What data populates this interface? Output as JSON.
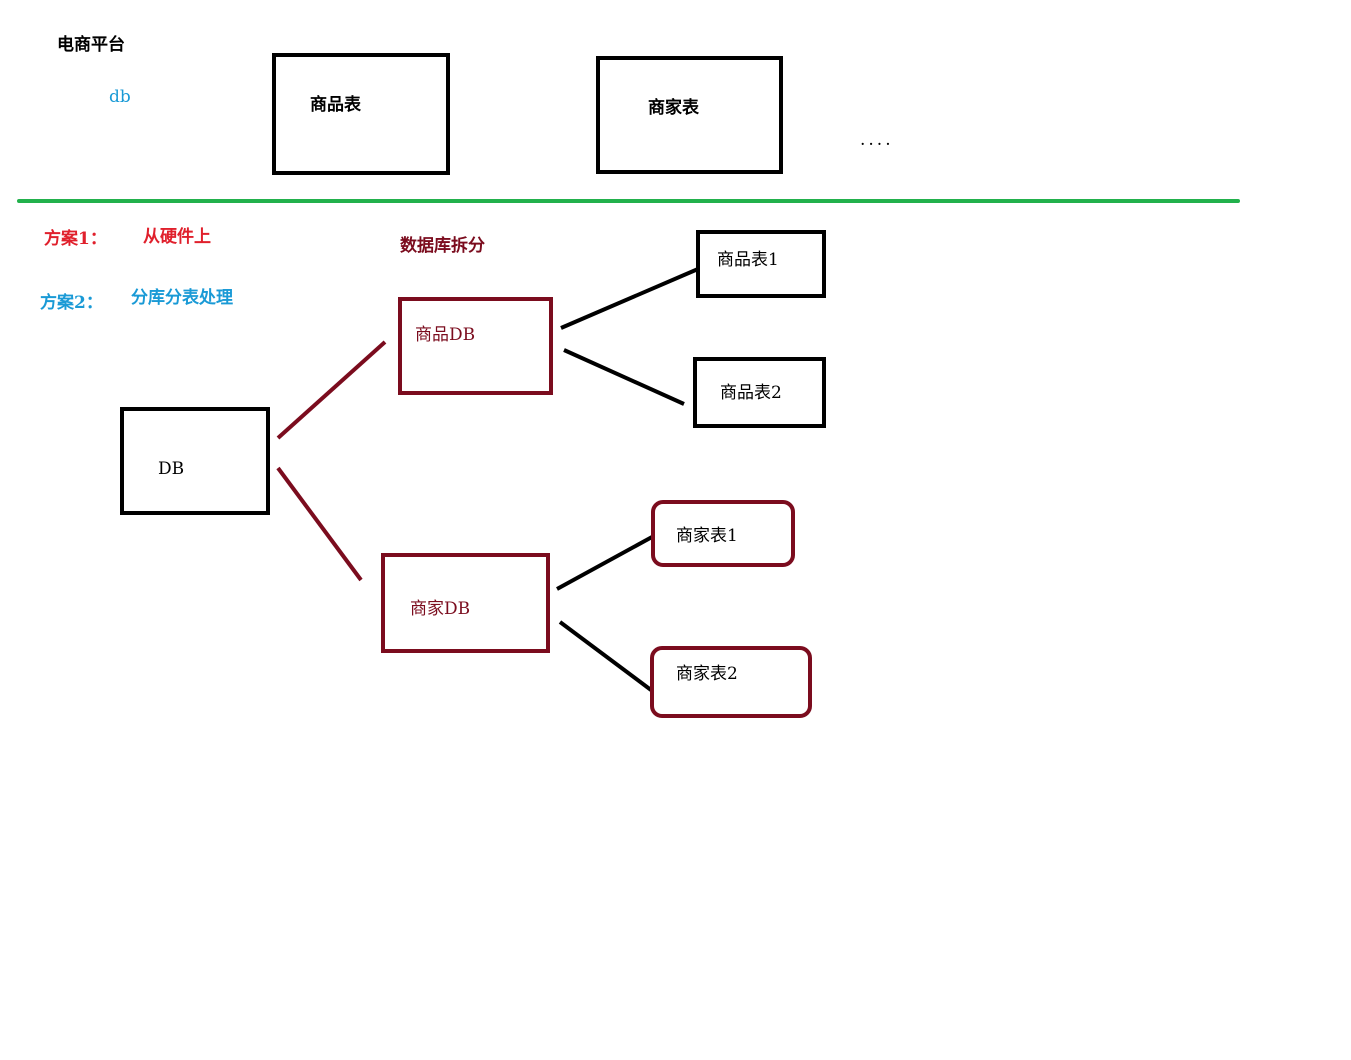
{
  "top": {
    "platform_label": "电商平台",
    "db_label": "db",
    "table1": "商品表",
    "table2": "商家表",
    "ellipsis": "...."
  },
  "plans": {
    "plan1_label": "方案1：",
    "plan1_text": "从硬件上",
    "plan2_label": "方案2：",
    "plan2_text": "分库分表处理"
  },
  "diagram": {
    "split_title": "数据库拆分",
    "root": "DB",
    "goods_db": "商品DB",
    "merchant_db": "商家DB",
    "goods_table1": "商品表1",
    "goods_table2": "商品表2",
    "merchant_table1": "商家表1",
    "merchant_table2": "商家表2"
  },
  "colors": {
    "black": "#000000",
    "maroon": "#7b0c1e",
    "green": "#22b14c",
    "red": "#e0202c",
    "blue": "#1a9ad6"
  }
}
